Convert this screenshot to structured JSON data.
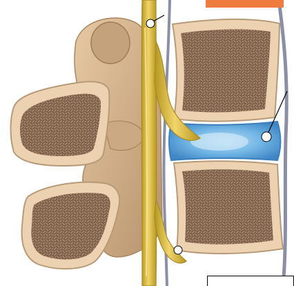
{
  "figure": {
    "top_label_text": "",
    "bottom_label_text": "",
    "colors": {
      "bone_outer": "#ecd2b1",
      "bone_outline": "#b79b78",
      "cancellous_bone": "#8e7158",
      "nerve": "#d9b64a",
      "nerve_dark": "#a98a27",
      "disc": "#6fb2e3",
      "disc_outline": "#3b7fbd",
      "ligament": "#8a8fa6",
      "facet_shading": "#c9ab86",
      "label_bar": "#f07b3f",
      "marker": "#ffffff"
    },
    "icons": {
      "top_pointer": "callout-circle",
      "disc_pointer": "callout-circle",
      "bottom_pointer": "callout-circle"
    }
  }
}
